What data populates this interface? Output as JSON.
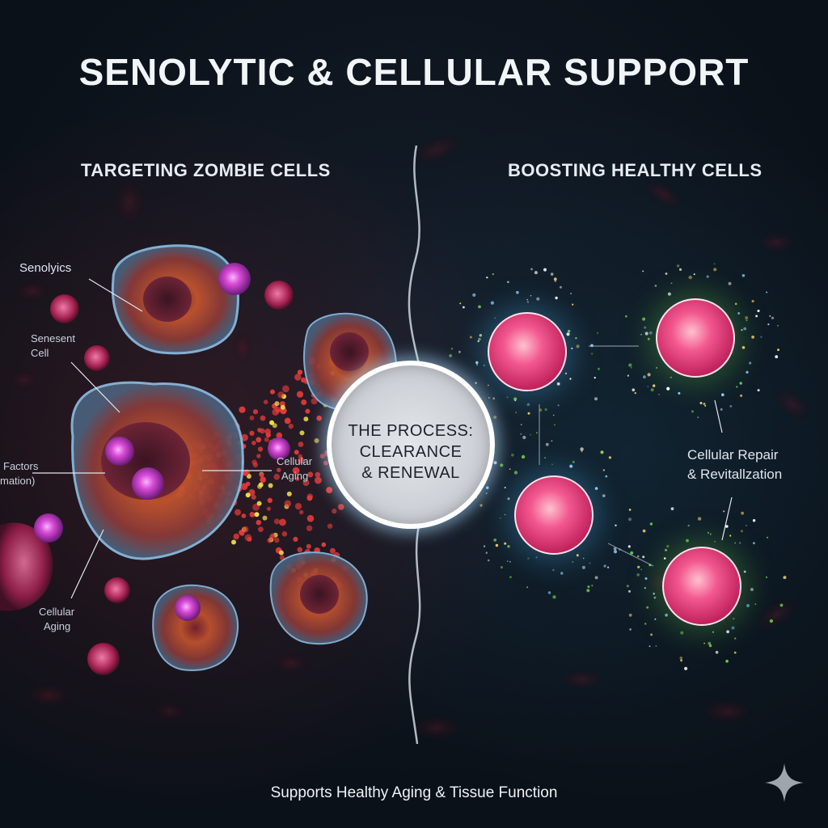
{
  "title": "SENOLYTIC & CELLULAR SUPPORT",
  "left_panel": {
    "heading": "TARGETING ZOMBIE CELLS",
    "labels": {
      "senolytics": "Senolyics",
      "senescent_cell_line1": "Senesent",
      "senescent_cell_line2": "Cell",
      "factors_line1": "Factors",
      "factors_line2": "mation)",
      "cellular_aging_mid_line1": "Cellular",
      "cellular_aging_mid_line2": "Aging",
      "cellular_aging_low_line1": "Cellular",
      "cellular_aging_low_line2": "Aging"
    }
  },
  "right_panel": {
    "heading": "BOOSTING HEALTHY CELLS",
    "labels": {
      "repair_line1": "Cellular Repair",
      "repair_line2": "& Revitallzation"
    }
  },
  "center": {
    "line1": "THE PROCESS:",
    "line2": "CLEARANCE",
    "line3": "& RENEWAL"
  },
  "footer": "Supports Healthy Aging & Tissue Function",
  "colors": {
    "background": "#0b1119",
    "senescent_cell": "#b8472f",
    "immune_cell": "#d94bd6",
    "healthy_cell": "#f2588f",
    "particle_red": "#e23b3b",
    "particle_yellow": "#f5e14a",
    "glow_blue": "#8fd3ff",
    "glow_green": "#7ed957"
  },
  "icons": [
    "sparkle-icon"
  ]
}
